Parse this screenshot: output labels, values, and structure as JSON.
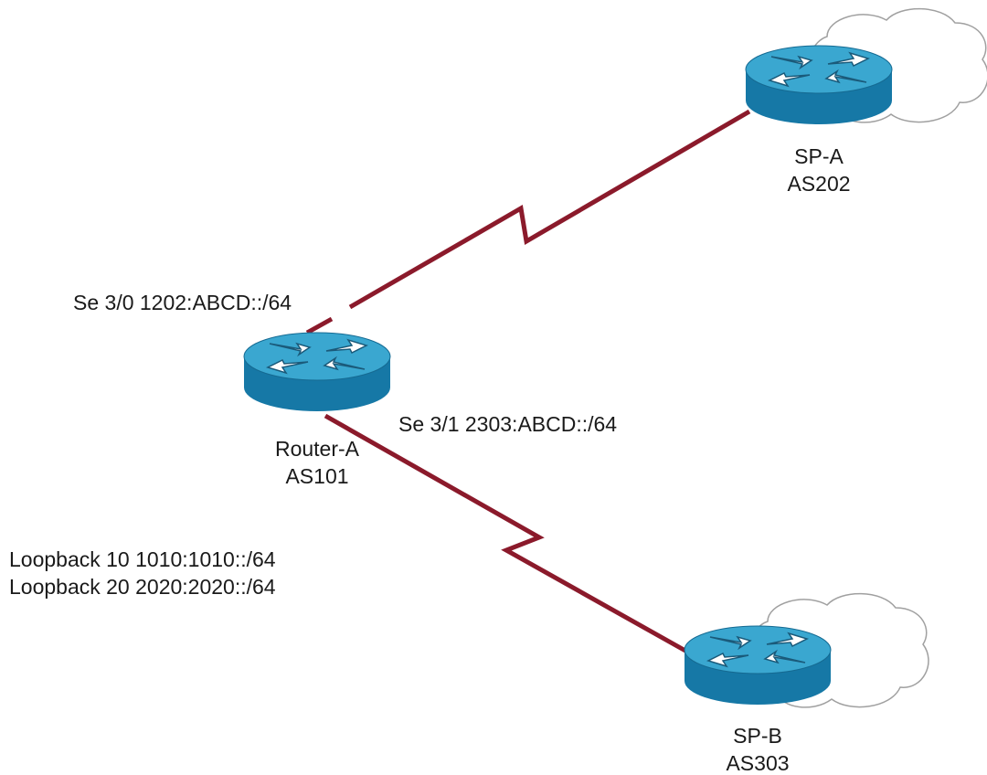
{
  "colors": {
    "link": "#8b1a2b",
    "router_top": "#3aa7d0",
    "router_side": "#1678a6",
    "router_arrows": "#ffffff",
    "cloud_stroke": "#999999",
    "text": "#1a1a1a"
  },
  "routers": [
    {
      "name": "SP-A",
      "as": "AS202",
      "has_cloud": true
    },
    {
      "name": "Router-A",
      "as": "AS101",
      "has_cloud": false
    },
    {
      "name": "SP-B",
      "as": "AS303",
      "has_cloud": true
    }
  ],
  "links": [
    {
      "from": "Router-A",
      "to": "SP-A",
      "type": "serial",
      "label": "Se 3/0 1202:ABCD::/64"
    },
    {
      "from": "Router-A",
      "to": "SP-B",
      "type": "serial",
      "label": "Se 3/1 2303:ABCD::/64"
    }
  ],
  "loopbacks": [
    "Loopback 10 1010:1010::/64",
    "Loopback 20 2020:2020::/64"
  ]
}
